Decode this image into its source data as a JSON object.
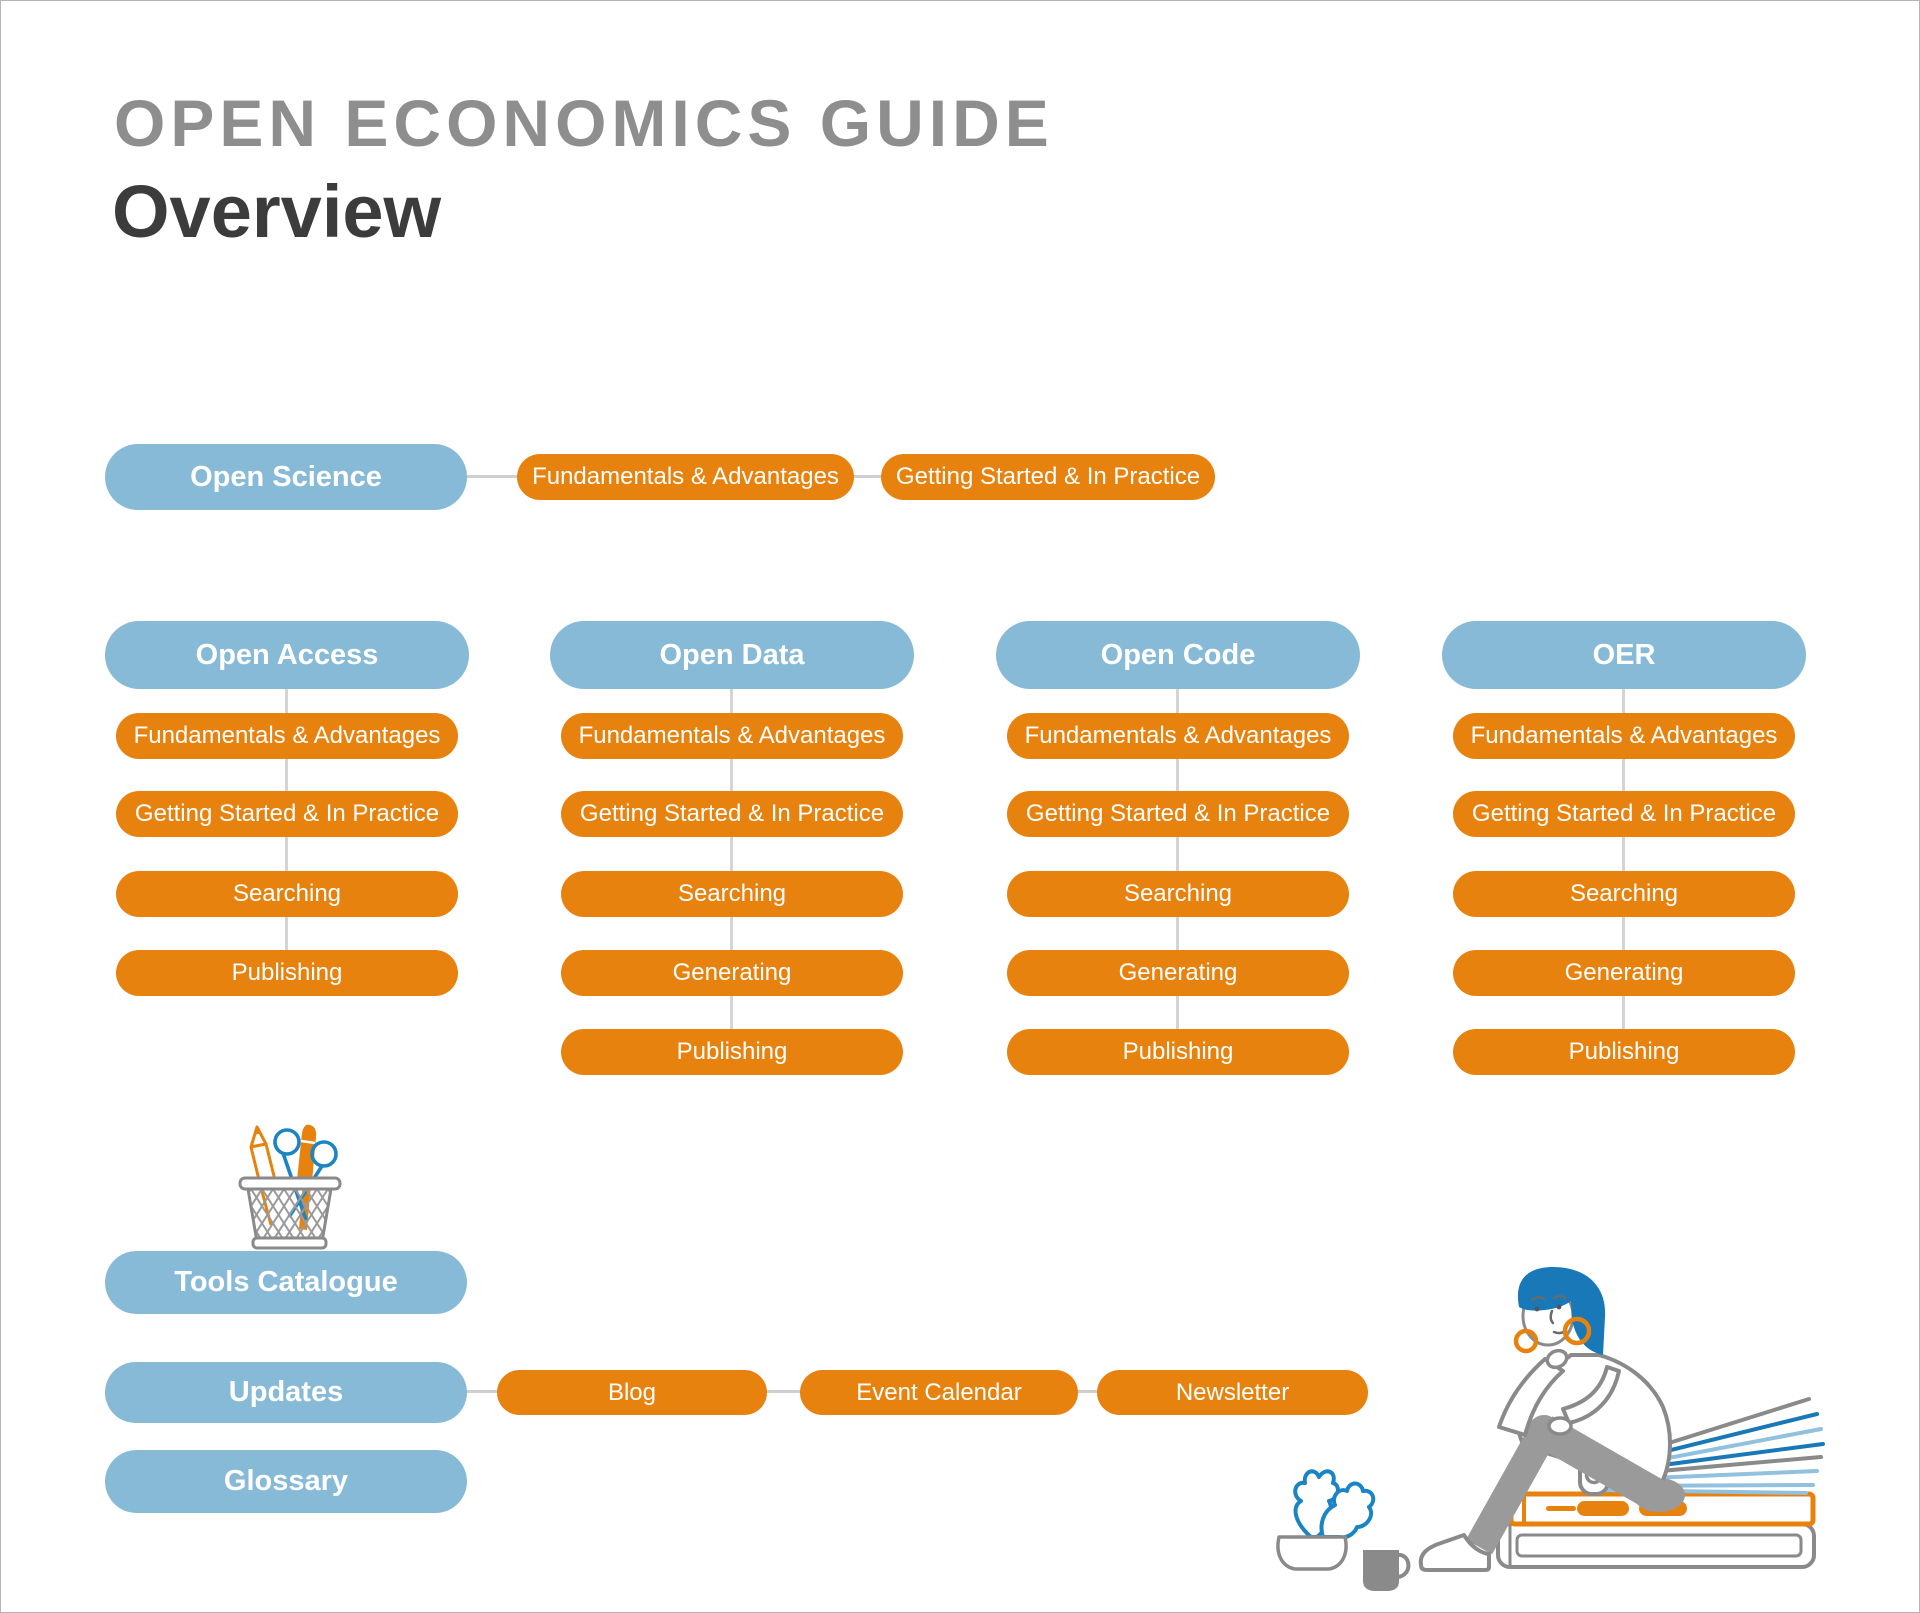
{
  "title": {
    "eyebrow": "OPEN ECONOMICS GUIDE",
    "heading": "Overview"
  },
  "colors": {
    "node_blue": "#87BAD7",
    "node_orange": "#E8820E",
    "connector_gray": "#CFCFCF",
    "eyebrow_gray": "#8E8E8E",
    "heading_dark": "#3C3C3C",
    "illustration_outline_gray": "#8A8A8A",
    "illustration_blue": "#1878B8",
    "illustration_light_blue": "#90C1DE"
  },
  "open_science": {
    "header": "Open Science",
    "children": [
      "Fundamentals & Advantages",
      "Getting Started & In Practice"
    ]
  },
  "columns": [
    {
      "header": "Open Access",
      "items": [
        "Fundamentals & Advantages",
        "Getting Started & In Practice",
        "Searching",
        "Publishing"
      ]
    },
    {
      "header": "Open Data",
      "items": [
        "Fundamentals & Advantages",
        "Getting Started & In Practice",
        "Searching",
        "Generating",
        "Publishing"
      ]
    },
    {
      "header": "Open Code",
      "items": [
        "Fundamentals & Advantages",
        "Getting Started & In Practice",
        "Searching",
        "Generating",
        "Publishing"
      ]
    },
    {
      "header": "OER",
      "items": [
        "Fundamentals & Advantages",
        "Getting Started & In Practice",
        "Searching",
        "Generating",
        "Publishing"
      ]
    }
  ],
  "tools_catalogue": {
    "header": "Tools Catalogue"
  },
  "updates": {
    "header": "Updates",
    "children": [
      "Blog",
      "Event Calendar",
      "Newsletter"
    ]
  },
  "glossary": {
    "header": "Glossary"
  },
  "icons": {
    "basket": "stationery-basket-illustration",
    "reader": "person-reading-on-book-stack-illustration",
    "plant": "potted-plant-illustration",
    "mug": "coffee-mug-illustration"
  }
}
